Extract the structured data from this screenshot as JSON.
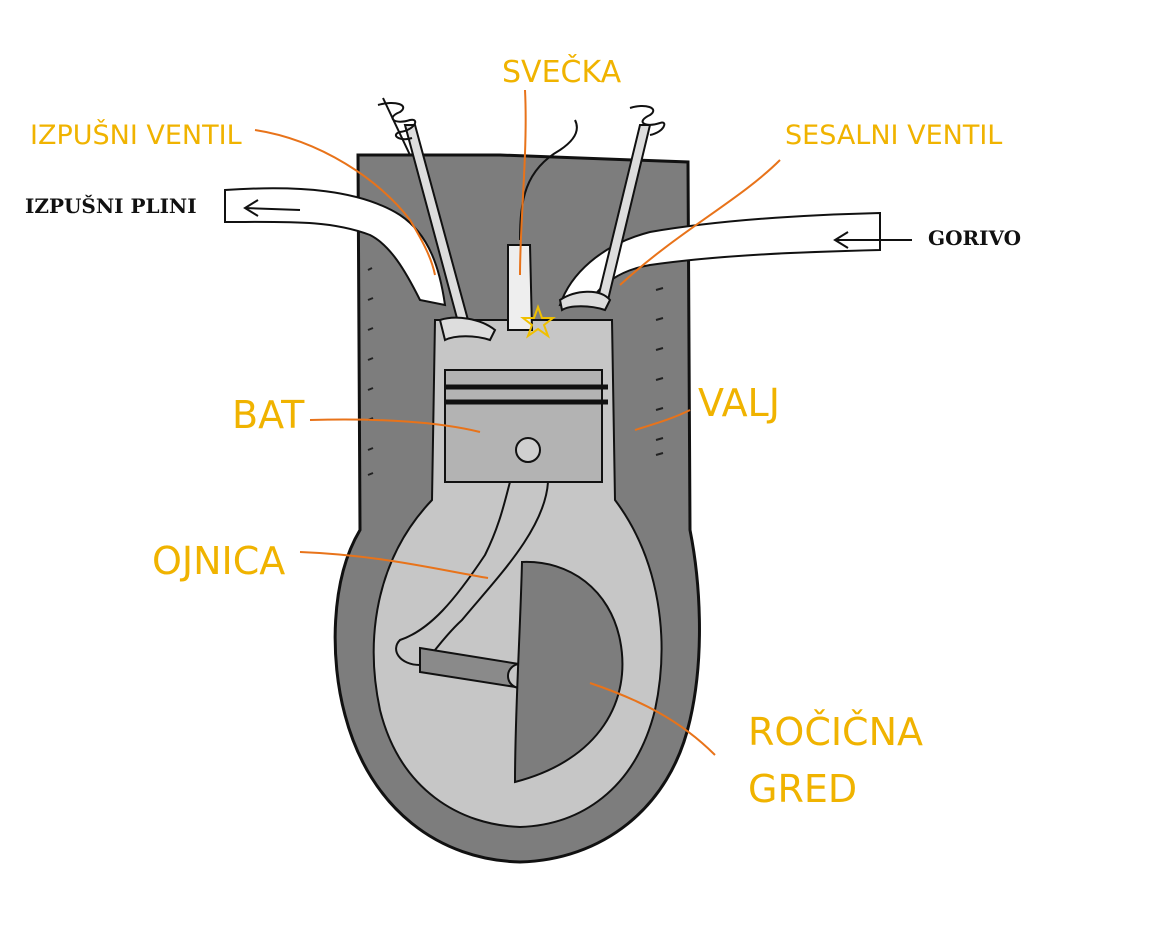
{
  "labels": {
    "svecka": "SVEČKA",
    "izpusni_ventil": "IZPUŠNI VENTIL",
    "sesalni_ventil": "SESALNI VENTIL",
    "izpusni_plini": "IZPUŠNI PLINI",
    "gorivo": "GORIVO",
    "bat": "BAT",
    "valj": "VALJ",
    "ojnica": "OJNICA",
    "rocicna_line1": "ROČIČNA",
    "rocicna_line2": "GRED"
  },
  "colors": {
    "label_text": "#f0b300",
    "leader_line": "#e8731a",
    "engine_block": "#7d7d7d",
    "chamber": "#c6c6c6",
    "outline": "#111111",
    "spark_star": "#f0c000"
  }
}
